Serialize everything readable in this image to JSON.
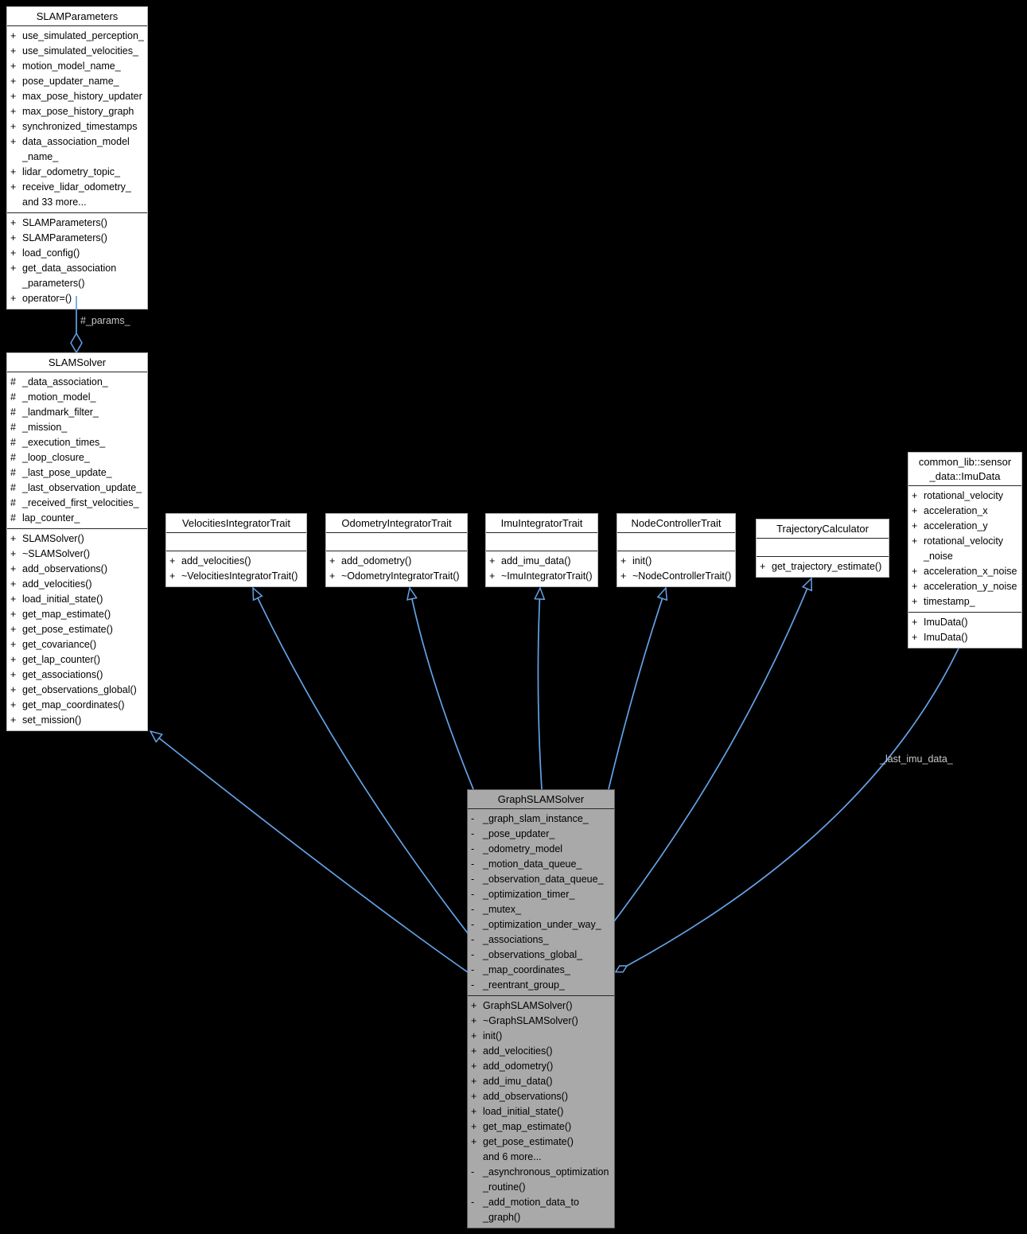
{
  "diagram": {
    "background": "#000000",
    "box_fill": "#ffffff",
    "highlight_fill": "#a9a9a9",
    "edge_color": "#64a2e8",
    "edge_label_color": "#c9c9c9"
  },
  "edge_labels": {
    "params": "#_params_",
    "last_imu_data": "_last_imu_data_"
  },
  "classes": [
    {
      "id": "slamparameters",
      "name": "SLAMParameters",
      "highlight": false,
      "attributes": [
        {
          "v": "+",
          "t": "use_simulated_perception_"
        },
        {
          "v": "+",
          "t": "use_simulated_velocities_"
        },
        {
          "v": "+",
          "t": "motion_model_name_"
        },
        {
          "v": "+",
          "t": "pose_updater_name_"
        },
        {
          "v": "+",
          "t": "max_pose_history_updater"
        },
        {
          "v": "+",
          "t": "max_pose_history_graph"
        },
        {
          "v": "+",
          "t": "synchronized_timestamps"
        },
        {
          "v": "+",
          "t": "data_association_model\n_name_"
        },
        {
          "v": "+",
          "t": "lidar_odometry_topic_"
        },
        {
          "v": "+",
          "t": "receive_lidar_odometry_"
        },
        {
          "v": "",
          "t": "and 33 more..."
        }
      ],
      "methods": [
        {
          "v": "+",
          "t": "SLAMParameters()"
        },
        {
          "v": "+",
          "t": "SLAMParameters()"
        },
        {
          "v": "+",
          "t": "load_config()"
        },
        {
          "v": "+",
          "t": "get_data_association\n_parameters()"
        },
        {
          "v": "+",
          "t": "operator=()"
        }
      ]
    },
    {
      "id": "slamsolver",
      "name": "SLAMSolver",
      "highlight": false,
      "attributes": [
        {
          "v": "#",
          "t": "_data_association_"
        },
        {
          "v": "#",
          "t": "_motion_model_"
        },
        {
          "v": "#",
          "t": "_landmark_filter_"
        },
        {
          "v": "#",
          "t": "_mission_"
        },
        {
          "v": "#",
          "t": "_execution_times_"
        },
        {
          "v": "#",
          "t": "_loop_closure_"
        },
        {
          "v": "#",
          "t": "_last_pose_update_"
        },
        {
          "v": "#",
          "t": "_last_observation_update_"
        },
        {
          "v": "#",
          "t": "_received_first_velocities_"
        },
        {
          "v": "#",
          "t": "lap_counter_"
        }
      ],
      "methods": [
        {
          "v": "+",
          "t": "SLAMSolver()"
        },
        {
          "v": "+",
          "t": "~SLAMSolver()"
        },
        {
          "v": "+",
          "t": "add_observations()"
        },
        {
          "v": "+",
          "t": "add_velocities()"
        },
        {
          "v": "+",
          "t": "load_initial_state()"
        },
        {
          "v": "+",
          "t": "get_map_estimate()"
        },
        {
          "v": "+",
          "t": "get_pose_estimate()"
        },
        {
          "v": "+",
          "t": "get_covariance()"
        },
        {
          "v": "+",
          "t": "get_lap_counter()"
        },
        {
          "v": "+",
          "t": "get_associations()"
        },
        {
          "v": "+",
          "t": "get_observations_global()"
        },
        {
          "v": "+",
          "t": "get_map_coordinates()"
        },
        {
          "v": "+",
          "t": "set_mission()"
        }
      ]
    },
    {
      "id": "velocities",
      "name": "VelocitiesIntegratorTrait",
      "highlight": false,
      "attributes": [],
      "methods": [
        {
          "v": "+",
          "t": "add_velocities()"
        },
        {
          "v": "+",
          "t": "~VelocitiesIntegratorTrait()"
        }
      ]
    },
    {
      "id": "odometry",
      "name": "OdometryIntegratorTrait",
      "highlight": false,
      "attributes": [],
      "methods": [
        {
          "v": "+",
          "t": "add_odometry()"
        },
        {
          "v": "+",
          "t": "~OdometryIntegratorTrait()"
        }
      ]
    },
    {
      "id": "imuintegrator",
      "name": "ImuIntegratorTrait",
      "highlight": false,
      "attributes": [],
      "methods": [
        {
          "v": "+",
          "t": "add_imu_data()"
        },
        {
          "v": "+",
          "t": "~ImuIntegratorTrait()"
        }
      ]
    },
    {
      "id": "nodecontroller",
      "name": "NodeControllerTrait",
      "highlight": false,
      "attributes": [],
      "methods": [
        {
          "v": "+",
          "t": "init()"
        },
        {
          "v": "+",
          "t": "~NodeControllerTrait()"
        }
      ]
    },
    {
      "id": "trajectory",
      "name": "TrajectoryCalculator",
      "highlight": false,
      "attributes": [],
      "methods": [
        {
          "v": "+",
          "t": "get_trajectory_estimate()"
        }
      ]
    },
    {
      "id": "imudata",
      "name": "common_lib::sensor\n_data::ImuData",
      "highlight": false,
      "attributes": [
        {
          "v": "+",
          "t": "rotational_velocity"
        },
        {
          "v": "+",
          "t": "acceleration_x"
        },
        {
          "v": "+",
          "t": "acceleration_y"
        },
        {
          "v": "+",
          "t": "rotational_velocity\n_noise"
        },
        {
          "v": "+",
          "t": "acceleration_x_noise"
        },
        {
          "v": "+",
          "t": "acceleration_y_noise"
        },
        {
          "v": "+",
          "t": "timestamp_"
        }
      ],
      "methods": [
        {
          "v": "+",
          "t": "ImuData()"
        },
        {
          "v": "+",
          "t": "ImuData()"
        }
      ]
    },
    {
      "id": "graphslam",
      "name": "GraphSLAMSolver",
      "highlight": true,
      "attributes": [
        {
          "v": "-",
          "t": "_graph_slam_instance_"
        },
        {
          "v": "-",
          "t": "_pose_updater_"
        },
        {
          "v": "-",
          "t": "_odometry_model"
        },
        {
          "v": "-",
          "t": "_motion_data_queue_"
        },
        {
          "v": "-",
          "t": "_observation_data_queue_"
        },
        {
          "v": "-",
          "t": "_optimization_timer_"
        },
        {
          "v": "-",
          "t": "_mutex_"
        },
        {
          "v": "-",
          "t": "_optimization_under_way_"
        },
        {
          "v": "-",
          "t": "_associations_"
        },
        {
          "v": "-",
          "t": "_observations_global_"
        },
        {
          "v": "-",
          "t": "_map_coordinates_"
        },
        {
          "v": "-",
          "t": "_reentrant_group_"
        }
      ],
      "methods": [
        {
          "v": "+",
          "t": "GraphSLAMSolver()"
        },
        {
          "v": "+",
          "t": "~GraphSLAMSolver()"
        },
        {
          "v": "+",
          "t": "init()"
        },
        {
          "v": "+",
          "t": "add_velocities()"
        },
        {
          "v": "+",
          "t": "add_odometry()"
        },
        {
          "v": "+",
          "t": "add_imu_data()"
        },
        {
          "v": "+",
          "t": "add_observations()"
        },
        {
          "v": "+",
          "t": "load_initial_state()"
        },
        {
          "v": "+",
          "t": "get_map_estimate()"
        },
        {
          "v": "+",
          "t": "get_pose_estimate()"
        },
        {
          "v": "",
          "t": "and 6 more..."
        },
        {
          "v": "-",
          "t": "_asynchronous_optimization\n_routine()"
        },
        {
          "v": "-",
          "t": "_add_motion_data_to\n_graph()"
        }
      ]
    }
  ]
}
